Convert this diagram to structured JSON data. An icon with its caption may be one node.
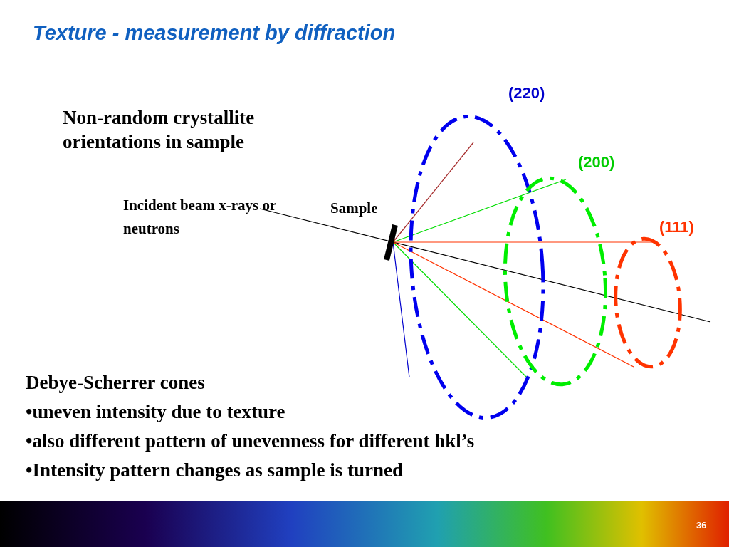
{
  "diagram": {
    "title": "Texture - measurement by diffraction",
    "labels": [
      "(220)",
      "Non-random crystallite orientations in sample",
      "(200)",
      "Incident beam x-rays or neutrons",
      "Sample",
      "(111)",
      "Debye-Scherrer cones",
      "•uneven intensity due to texture",
      "•also different pattern of unevenness for different hkl’s",
      "•Intensity pattern changes as sample is turned",
      "36"
    ]
  }
}
